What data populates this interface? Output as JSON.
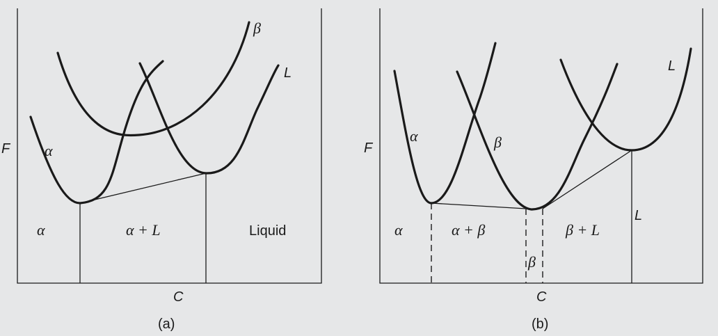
{
  "panel_a": {
    "caption": "(a)",
    "y_axis_label": "F",
    "x_axis_label": "C",
    "curve_labels": {
      "alpha": "α",
      "beta": "β",
      "liquid": "L"
    },
    "regions": [
      "α",
      "α + L",
      "Liquid"
    ]
  },
  "panel_b": {
    "caption": "(b)",
    "y_axis_label": "F",
    "x_axis_label": "C",
    "curve_labels": {
      "alpha": "α",
      "beta": "β",
      "liquid": "L"
    },
    "regions": [
      "α",
      "α + β",
      "β",
      "β + L",
      "L"
    ]
  }
}
